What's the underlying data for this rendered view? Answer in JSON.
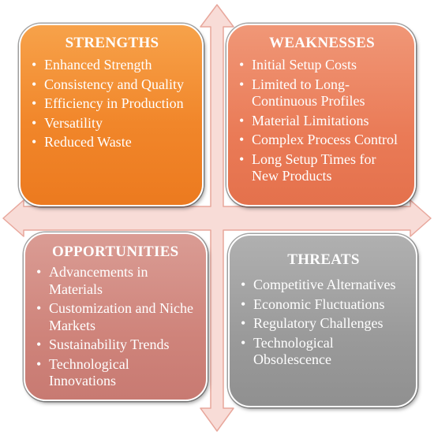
{
  "colors": {
    "strengths": "#f1862a",
    "weaknesses": "#ea7b57",
    "opportunities": "#cf847b",
    "threats": "#9a9a9a",
    "arrow_fill": "#f8dcd7",
    "arrow_stroke": "#e8a79c"
  },
  "strengths": {
    "title": "STRENGTHS",
    "items": [
      "Enhanced Strength",
      "Consistency and Quality",
      "Efficiency in Production",
      "Versatility",
      "Reduced Waste"
    ]
  },
  "weaknesses": {
    "title": "WEAKNESSES",
    "items": [
      "Initial Setup Costs",
      "Limited to Long-Continuous Profiles",
      "Material Limitations",
      "Complex Process Control",
      "Long Setup Times for New Products"
    ]
  },
  "opportunities": {
    "title": "OPPORTUNITIES",
    "items": [
      "Advancements in Materials",
      "Customization and Niche Markets",
      "Sustainability Trends",
      "Technological Innovations"
    ]
  },
  "threats": {
    "title": "THREATS",
    "items": [
      "Competitive Alternatives",
      "Economic Fluctuations",
      "Regulatory Challenges",
      "Technological Obsolescence"
    ]
  }
}
